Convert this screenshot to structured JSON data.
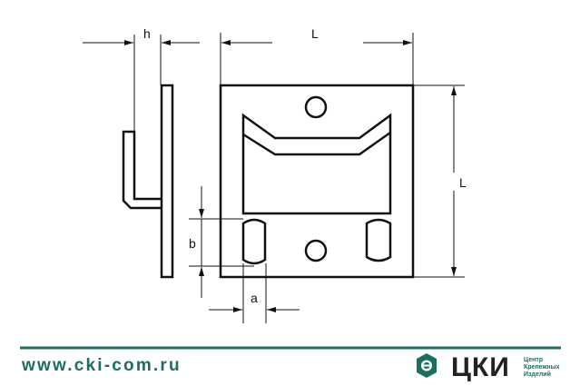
{
  "drawing": {
    "labels": {
      "h": "h",
      "L_top": "L",
      "L_side": "L",
      "b": "b",
      "a": "a"
    }
  },
  "footer": {
    "website": "www.cki-com.ru",
    "brand": "ЦКИ",
    "tagline": [
      "Центр",
      "Крепежных",
      "Изделий"
    ],
    "accent_color": "#1a6e62"
  }
}
